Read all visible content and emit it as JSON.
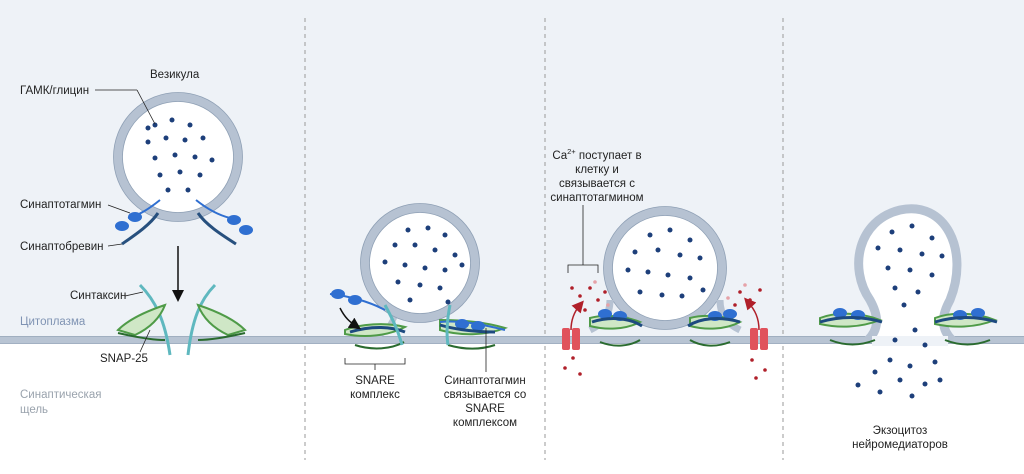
{
  "labels": {
    "vesicle": "Везикула",
    "gaba": "ГАМК/глицин",
    "synaptotagmin": "Синаптотагмин",
    "synaptobrevin": "Синаптобревин",
    "syntaxin": "Синтаксин",
    "snap25": "SNAP-25",
    "cytoplasm": "Цитоплазма",
    "cleft_line1": "Синаптическая",
    "cleft_line2": "щель",
    "snare_line1": "SNARE",
    "snare_line2": "комплекс",
    "syt_bind_line1": "Синаптотагмин",
    "syt_bind_line2": "связывается со",
    "syt_bind_line3": "SNARE",
    "syt_bind_line4": "комплексом",
    "ca_base": "Ca",
    "ca_sup": "2+",
    "ca_line1_rest": " поступает в",
    "ca_line2": "клетку и",
    "ca_line3": "связывается с",
    "ca_line4": "синаптотагмином",
    "exo_line1": "Экзоцитоз",
    "exo_line2": "нейромедиаторов"
  },
  "colors": {
    "cytoplasm_bg": "#eef2f7",
    "membrane": "#b8c4d3",
    "vesicle_ring": "#b6c2d2",
    "neurotransmitter": "#1d3f7a",
    "synaptotagmin": "#2f6fd1",
    "synaptobrevin": "#27507e",
    "syntaxin": "#5fb8bf",
    "snap25": "#4f9b48",
    "calcium": "#b0202a",
    "ca_channel": "#e0525c",
    "divider": "#9a9a9a"
  }
}
